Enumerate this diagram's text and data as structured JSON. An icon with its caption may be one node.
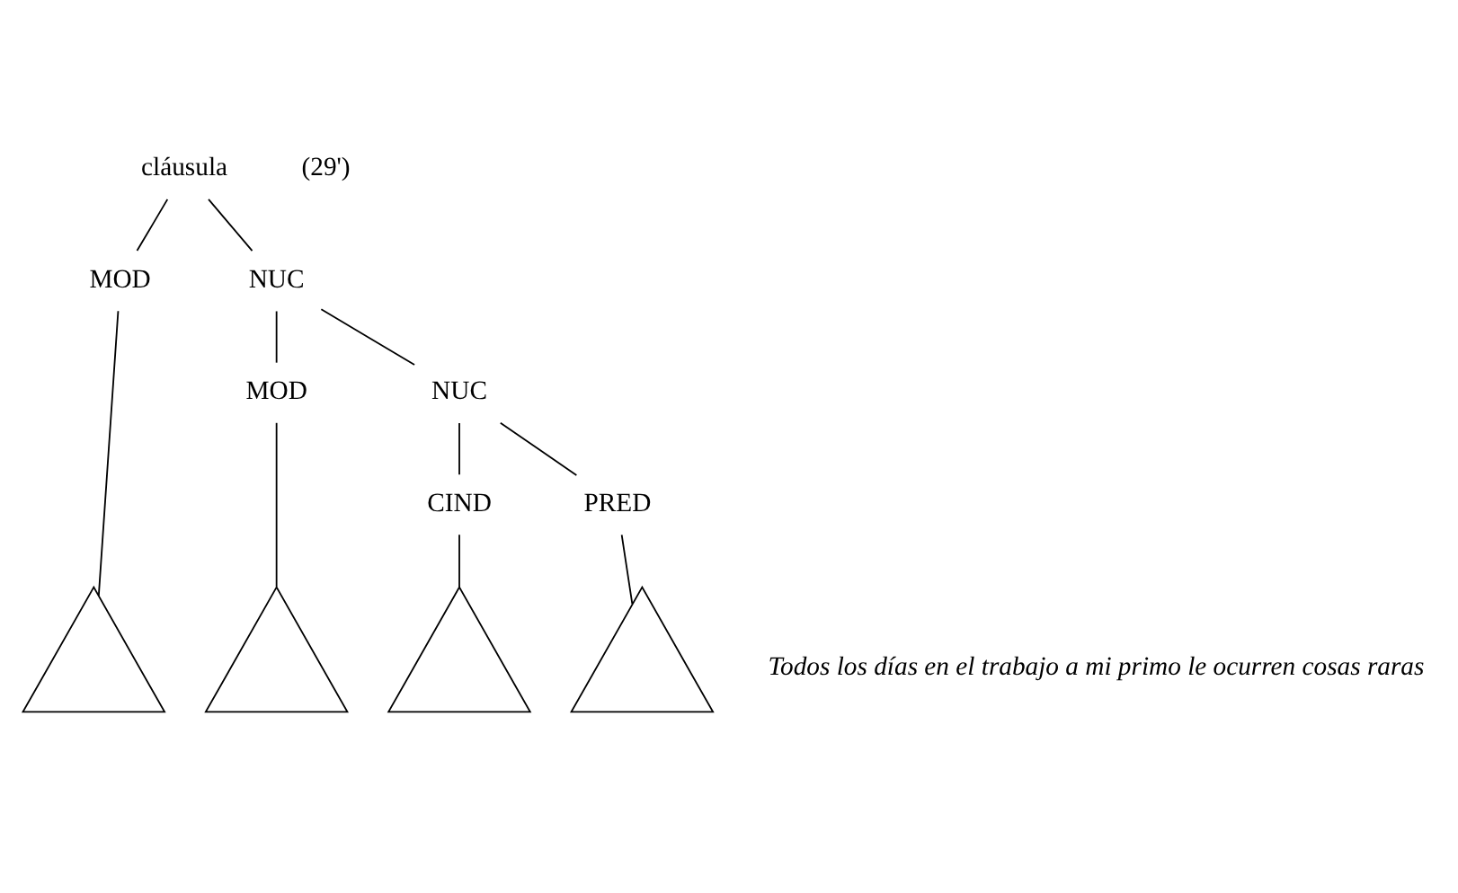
{
  "diagram": {
    "nodes": [
      {
        "text": [
          "cláusula"
        ]
      },
      {
        "text": [
          "MOD"
        ]
      },
      {
        "text": [
          "NUC"
        ]
      },
      {
        "text": [
          "MOD"
        ]
      },
      {
        "text": [
          "NUC"
        ]
      },
      {
        "text": [
          "CIND"
        ]
      },
      {
        "text": [
          "PRED"
        ]
      },
      {
        "text": [],
        "shape": "triangle"
      },
      {
        "text": [],
        "shape": "triangle"
      },
      {
        "text": [],
        "shape": "triangle"
      },
      {
        "text": [],
        "shape": "triangle"
      }
    ],
    "edges": [
      {
        "from": 0,
        "to": 1,
        "arrow": "none"
      },
      {
        "from": 0,
        "to": 2,
        "arrow": "none"
      },
      {
        "from": 2,
        "to": 3,
        "arrow": "none"
      },
      {
        "from": 2,
        "to": 4,
        "arrow": "none"
      },
      {
        "from": 4,
        "to": 5,
        "arrow": "none"
      },
      {
        "from": 4,
        "to": 6,
        "arrow": "none"
      },
      {
        "from": 1,
        "to": 7,
        "arrow": "none"
      },
      {
        "from": 3,
        "to": 8,
        "arrow": "none"
      },
      {
        "from": 5,
        "to": 9,
        "arrow": "none"
      },
      {
        "from": 6,
        "to": 10,
        "arrow": "none"
      }
    ],
    "labels": [
      "(29')",
      "Todos los días en el trabajo a mi primo le ocurren cosas raras"
    ]
  }
}
